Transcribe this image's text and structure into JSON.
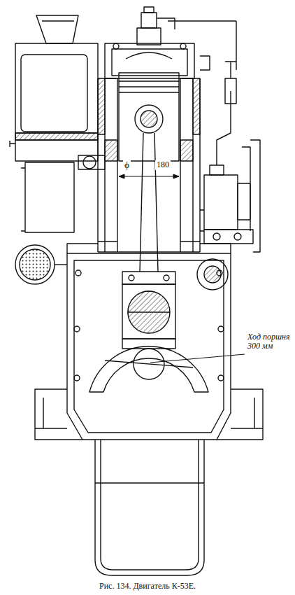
{
  "diagram": {
    "caption": "Рис. 134. Двигатель К-53Е.",
    "labels": [
      "ϕ",
      "180",
      "Ход поршня 300 мм"
    ]
  }
}
